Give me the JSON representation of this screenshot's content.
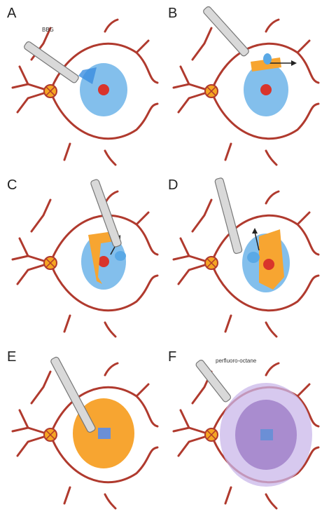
{
  "panels": [
    {
      "letter": "A",
      "callout": "BBG"
    },
    {
      "letter": "B",
      "callout": ""
    },
    {
      "letter": "C",
      "callout": ""
    },
    {
      "letter": "D",
      "callout": ""
    },
    {
      "letter": "E",
      "callout": ""
    },
    {
      "letter": "F",
      "callout": "perfluoro-octane"
    }
  ],
  "colors": {
    "vessel": "#b03a2e",
    "optic_disc": "#f5a623",
    "dye_blue": "#5aa9e6",
    "fovea_red": "#d9342b",
    "membrane_orange": "#f7a531",
    "instrument_gray": "#d9d9d9",
    "pfo_purple": "#a98ccf",
    "hole_blue": "#6b8fd6"
  },
  "icons": {
    "instrument": "cannula-forceps-icon",
    "optic_disc": "optic-disc-icon",
    "macula": "macula-icon"
  }
}
